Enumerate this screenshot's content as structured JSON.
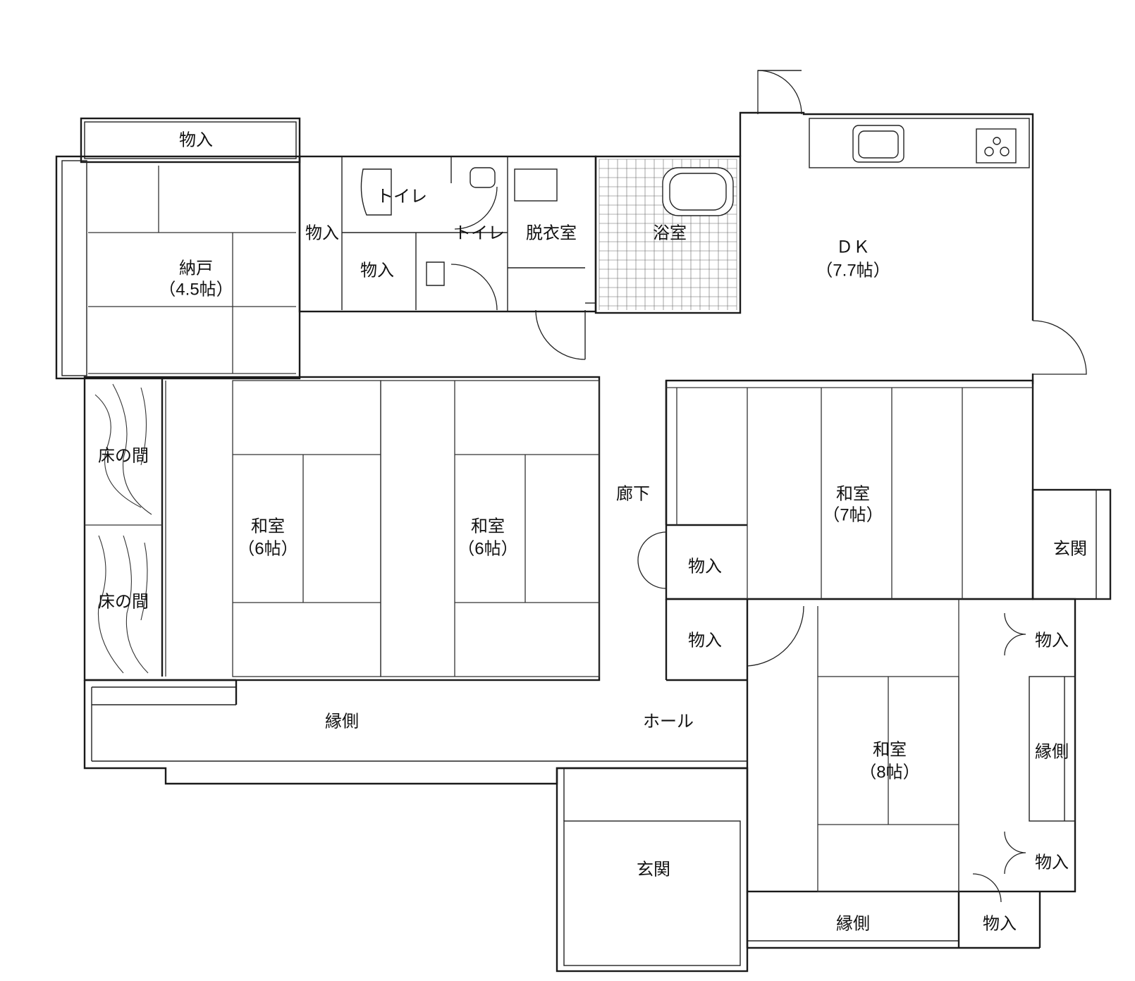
{
  "rooms": {
    "storage_top_left": "物入",
    "nando": {
      "name": "納戸",
      "size": "（4.5帖）"
    },
    "storage_toilet_side": "物入",
    "toilet_1": "トイレ",
    "storage_small": "物入",
    "toilet_2": "トイレ",
    "dressing_room": "脱衣室",
    "bathroom": "浴室",
    "dk": {
      "name": "ＤＫ",
      "size": "（7.7帖）"
    },
    "tokonoma_1": "床の間",
    "tokonoma_2": "床の間",
    "washitsu_6_left": {
      "name": "和室",
      "size": "（6帖）"
    },
    "washitsu_6_right": {
      "name": "和室",
      "size": "（6帖）"
    },
    "corridor": "廊下",
    "storage_corridor_1": "物入",
    "storage_corridor_2": "物入",
    "washitsu_7": {
      "name": "和室",
      "size": "（7帖）"
    },
    "entrance_right": "玄関",
    "storage_right_1": "物入",
    "engawa_left": "縁側",
    "hall": "ホール",
    "washitsu_8": {
      "name": "和室",
      "size": "（8帖）"
    },
    "engawa_right": "縁側",
    "storage_right_2": "物入",
    "entrance_main": "玄関",
    "engawa_bottom": "縁側",
    "storage_bottom_right": "物入"
  }
}
